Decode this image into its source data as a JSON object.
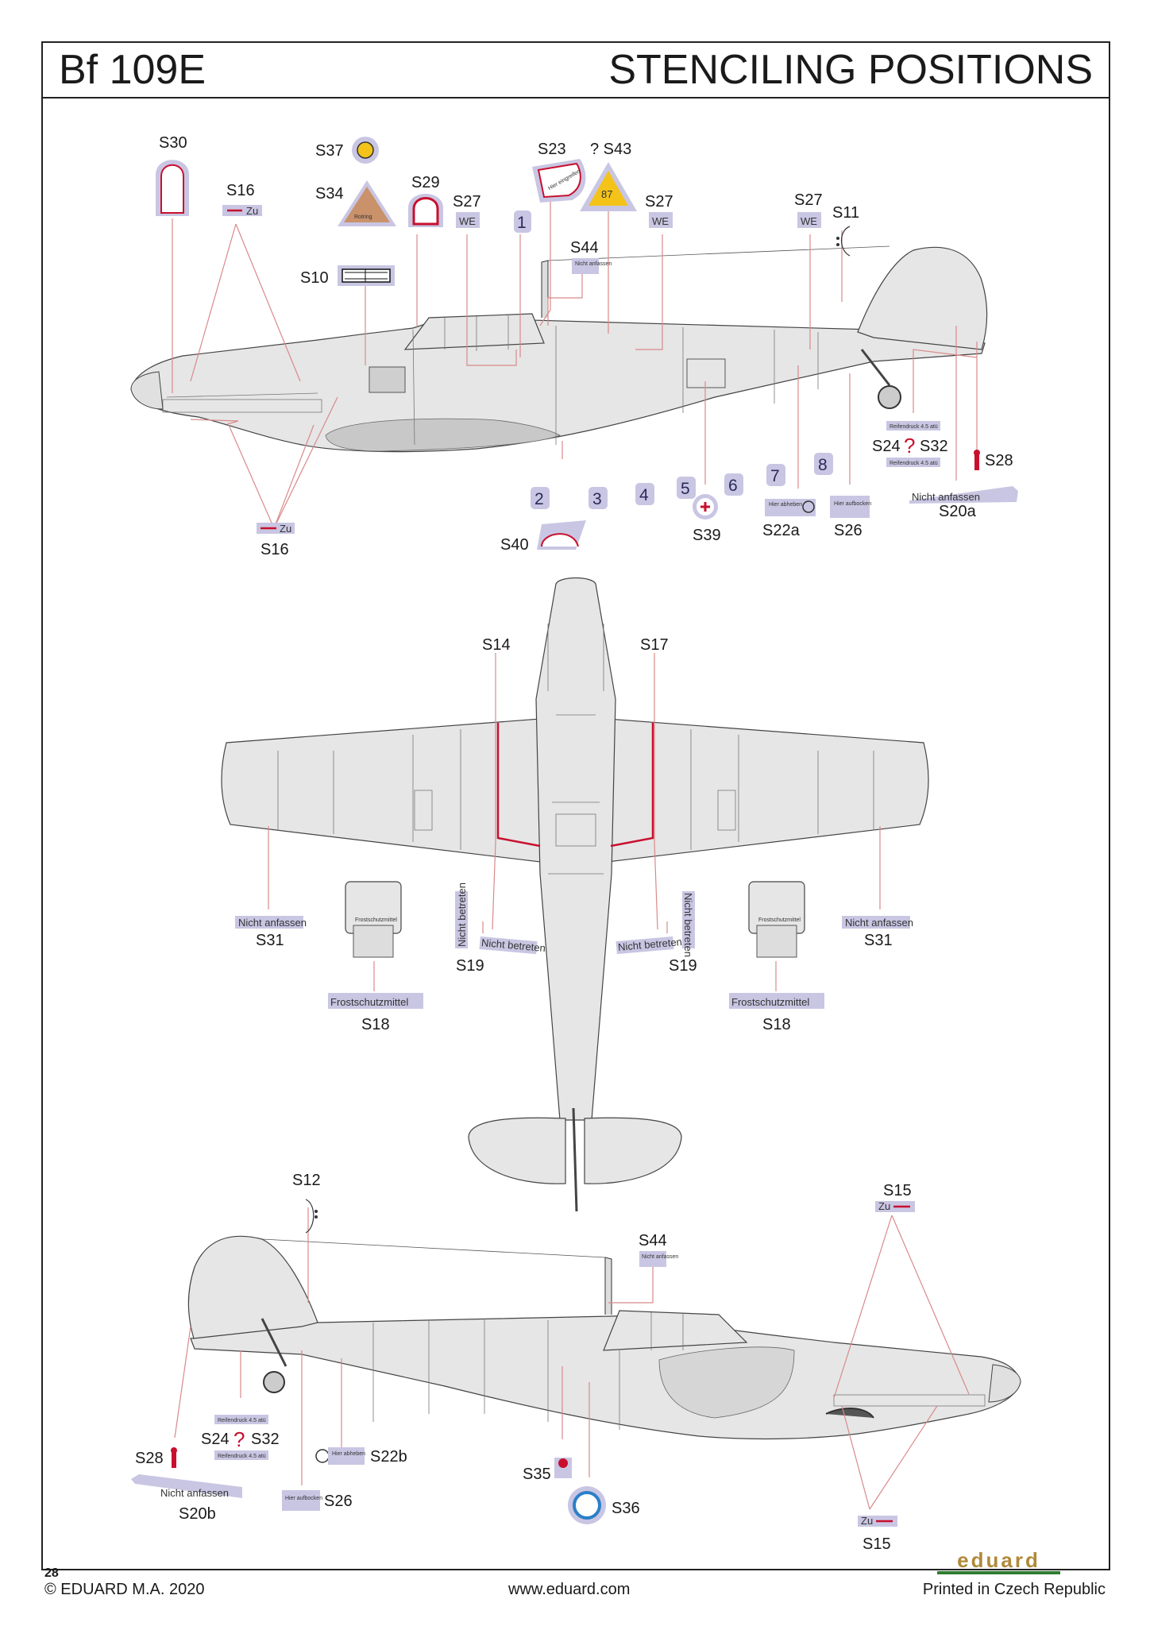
{
  "header": {
    "model": "Bf 109E",
    "title": "STENCILING POSITIONS"
  },
  "footer": {
    "page": "28",
    "copyright": "© EDUARD M.A. 2020",
    "website": "www.eduard.com",
    "printed": "Printed in Czech Republic",
    "logo": "eduard"
  },
  "colors": {
    "line": "#d98a8a",
    "plane": "#e6e6e6",
    "decal_bg": "#c9c6e3",
    "red": "#c8102e",
    "yellow": "#f3c31a",
    "brown": "#c9926b"
  },
  "stencils": {
    "S10": "S10",
    "S11": "S11",
    "S12": "S12",
    "S14": "S14",
    "S15": "S15",
    "S16": "S16",
    "S17": "S17",
    "S18": "S18",
    "S19": "S19",
    "S20a": "S20a",
    "S20b": "S20b",
    "S22a": "S22a",
    "S22b": "S22b",
    "S23": "S23",
    "S24": "S24",
    "S26": "S26",
    "S27": "S27",
    "S28": "S28",
    "S29": "S29",
    "S30": "S30",
    "S31": "S31",
    "S32": "S32",
    "S34": "S34",
    "S35": "S35",
    "S36": "S36",
    "S37": "S37",
    "S39": "S39",
    "S40": "S40",
    "S43": "? S43",
    "S44": "S44"
  },
  "panel_numbers": [
    "1",
    "2",
    "3",
    "4",
    "5",
    "6",
    "7",
    "8"
  ],
  "decal_texts": {
    "we": "WE",
    "zu": "Zu",
    "nicht_anfassen": "Nicht anfassen",
    "nicht_anfassen_small": "Nicht anfassen",
    "nicht_betreten": "Nicht betreten",
    "frostschutz": "Frostschutzmittel",
    "frostschutz_small": "Frostschutzmittel",
    "hier_aufbocken": "Hier aufbocken",
    "hier_abheben": "Hier abheben",
    "hier_eingreifen": "Hier eingreifen",
    "rotring": "Rotring",
    "yellow_87": "87",
    "reifendruck": "Reifendruck 4.5 atü"
  }
}
